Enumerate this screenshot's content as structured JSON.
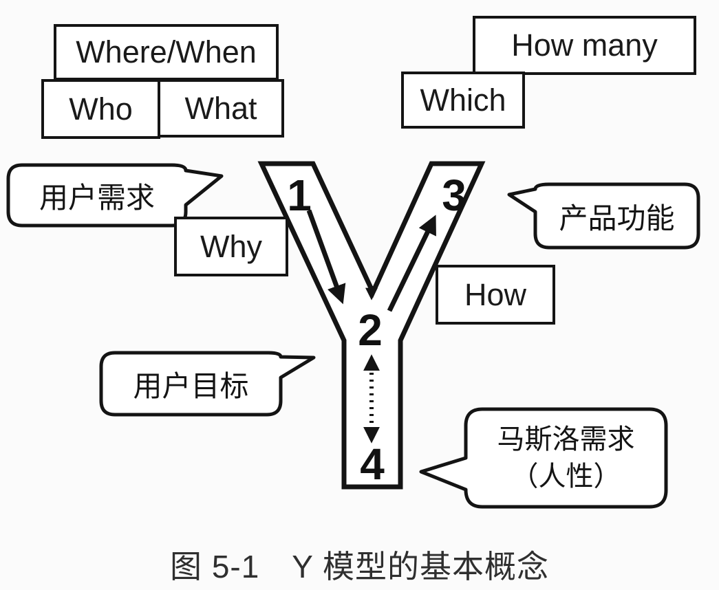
{
  "figure": {
    "caption": "图 5-1　Y 模型的基本概念",
    "boxes": {
      "where_when": "Where/When",
      "who": "Who",
      "what": "What",
      "how_many": "How many",
      "which": "Which",
      "why": "Why",
      "how": "How"
    },
    "bubbles": {
      "user_needs": "用户需求",
      "product_features": "产品功能",
      "user_goals": "用户目标",
      "maslow_line1": "马斯洛需求",
      "maslow_line2": "（人性）"
    },
    "y_nodes": {
      "n1": "1",
      "n2": "2",
      "n3": "3",
      "n4": "4"
    },
    "colors": {
      "ink": "#141414",
      "shape_fill": "#ffffff",
      "background": "#fbfbfb"
    }
  }
}
